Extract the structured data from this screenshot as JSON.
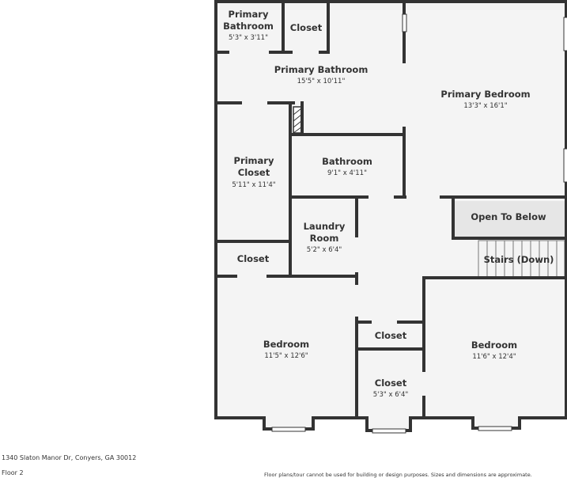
{
  "colors": {
    "wall": "#333333",
    "floor": "#f4f4f4",
    "open_to_below": "#e6e6e6",
    "text": "#333333"
  },
  "rooms": {
    "primary_bathroom_small": {
      "name_line1": "Primary",
      "name_line2": "Bathroom",
      "dim": "5'3\" x 3'11\""
    },
    "closet_top": {
      "name": "Closet"
    },
    "primary_bathroom": {
      "name": "Primary Bathroom",
      "dim": "15'5\" x 10'11\""
    },
    "primary_bedroom": {
      "name": "Primary Bedroom",
      "dim": "13'3\" x 16'1\""
    },
    "primary_closet": {
      "name_line1": "Primary",
      "name_line2": "Closet",
      "dim": "5'11\" x 11'4\""
    },
    "bathroom": {
      "name": "Bathroom",
      "dim": "9'1\" x 4'11\""
    },
    "laundry_room": {
      "name_line1": "Laundry",
      "name_line2": "Room",
      "dim": "5'2\" x 6'4\""
    },
    "open_to_below": {
      "name": "Open To Below"
    },
    "stairs": {
      "name": "Stairs (Down)"
    },
    "closet_left": {
      "name": "Closet"
    },
    "closet_middle": {
      "name": "Closet"
    },
    "closet_lower": {
      "name": "Closet",
      "dim": "5'3\" x 6'4\""
    },
    "bedroom_left": {
      "name": "Bedroom",
      "dim": "11'5\" x 12'6\""
    },
    "bedroom_right": {
      "name": "Bedroom",
      "dim": "11'6\" x 12'4\""
    }
  },
  "footer": {
    "address": "1340 Slaton Manor Dr, Conyers, GA 30012",
    "floor": "Floor 2",
    "disclaimer": "Floor plans/tour cannot be used for building or design purposes. Sizes and dimensions are approximate."
  }
}
